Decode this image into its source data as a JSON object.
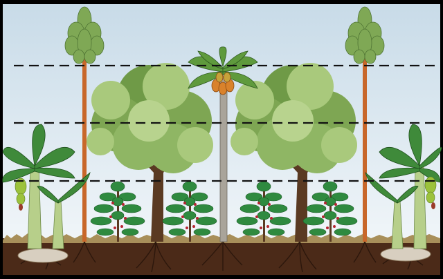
{
  "diagram": {
    "kind": "agroforestry-vertical-strata",
    "strata_count": 4,
    "strata_lines": [
      "upper-canopy-line",
      "canopy-line",
      "understory-line"
    ],
    "plants": [
      {
        "id": "tall-timber-tree-left",
        "icon": "tall-timber-tree-icon"
      },
      {
        "id": "tall-timber-tree-right",
        "icon": "tall-timber-tree-icon"
      },
      {
        "id": "papaya-tree",
        "icon": "papaya-tree-icon"
      },
      {
        "id": "shade-tree-left",
        "icon": "broadleaf-shade-tree-icon"
      },
      {
        "id": "shade-tree-right",
        "icon": "broadleaf-shade-tree-icon"
      },
      {
        "id": "banana-plant-left",
        "icon": "banana-plant-icon"
      },
      {
        "id": "banana-plant-right",
        "icon": "banana-plant-icon"
      },
      {
        "id": "coffee-shrub-1",
        "icon": "coffee-shrub-icon"
      },
      {
        "id": "coffee-shrub-2",
        "icon": "coffee-shrub-icon"
      },
      {
        "id": "coffee-shrub-3",
        "icon": "coffee-shrub-icon"
      },
      {
        "id": "coffee-shrub-4",
        "icon": "coffee-shrub-icon"
      }
    ],
    "colors": {
      "sky_top": "#c8dbe8",
      "sky_bottom": "#f6f9fb",
      "soil": "#4b2a18",
      "litter": "#a88f5a",
      "canopy_light": "#a9c97c",
      "canopy_dark": "#6f9a47",
      "trunk": "#5a3a22",
      "palm_trunk": "#c8672a",
      "papaya_fruit": "#d9822b",
      "coffee_leaf": "#2f8a3f",
      "coffee_cherry": "#b52430",
      "banana_leaf": "#3f8a3a",
      "banana_stem": "#b7cf8a",
      "dash": "#111111"
    }
  }
}
